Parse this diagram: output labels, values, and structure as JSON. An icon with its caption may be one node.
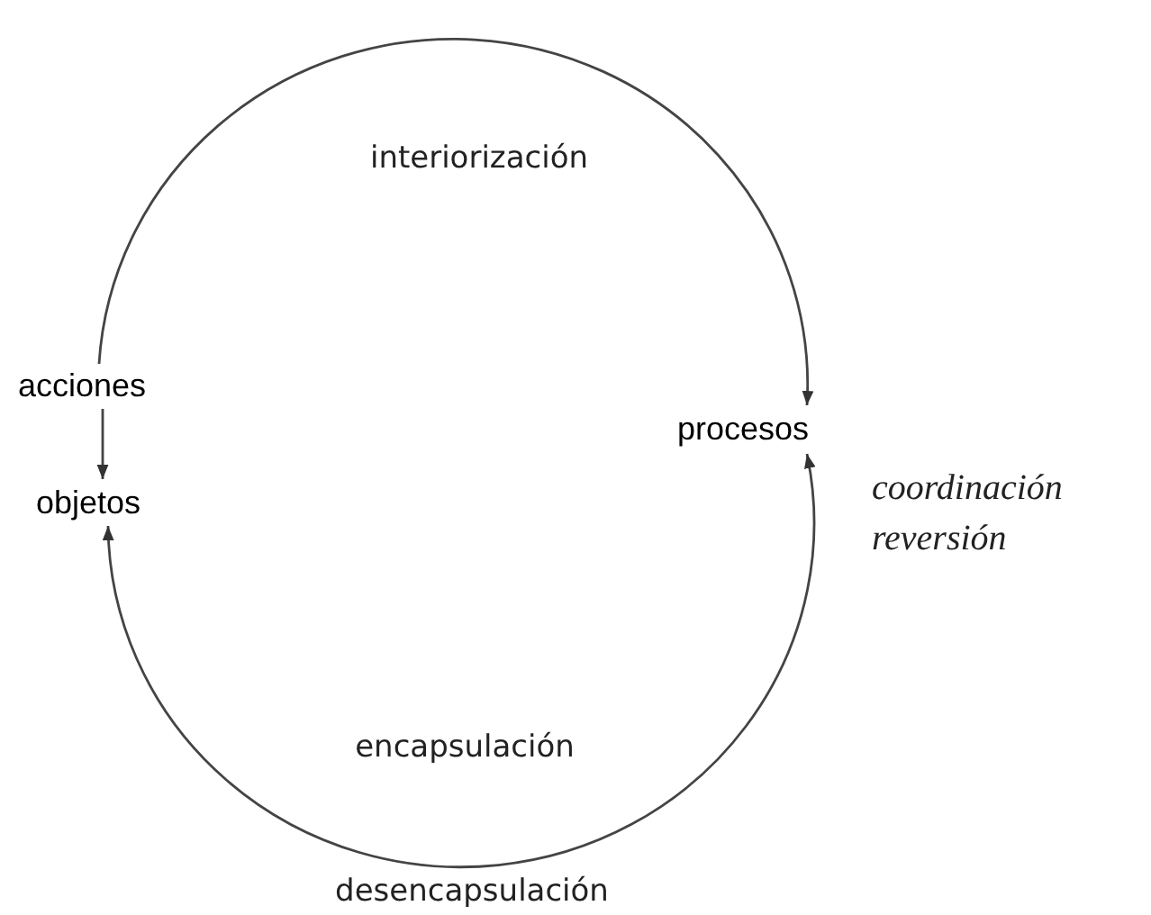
{
  "diagram": {
    "nodes": [
      {
        "text": [
          "acciones"
        ]
      },
      {
        "text": [
          "objetos"
        ]
      },
      {
        "text": [
          "procesos"
        ],
        "beside": [
          "coordinación",
          "reversión"
        ]
      }
    ],
    "edges": [
      {
        "from": 0,
        "to": 2,
        "arrow": "to",
        "label": "interiorización"
      },
      {
        "from": 0,
        "to": 1,
        "arrow": "to"
      },
      {
        "from": 2,
        "to": 1,
        "arrow": "both",
        "label": "encapsulación"
      }
    ],
    "labels": [
      "desencapsulación"
    ]
  }
}
